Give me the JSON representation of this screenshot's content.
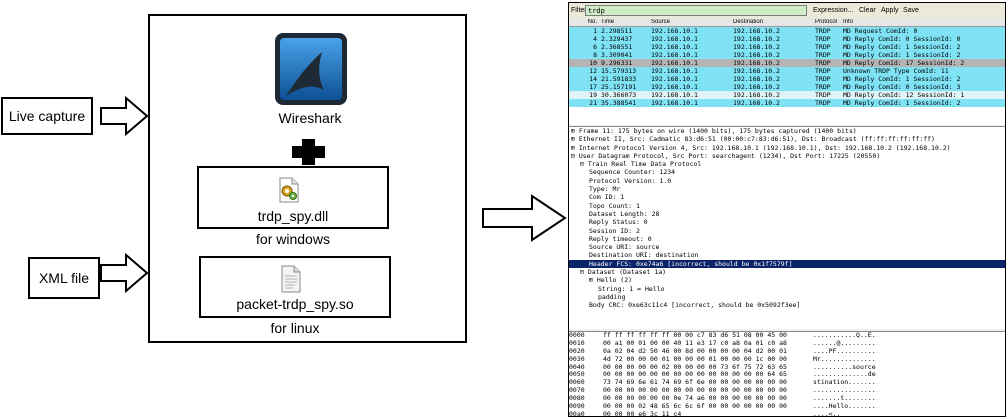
{
  "inputs": {
    "live_capture": "Live capture",
    "xml_file": "XML file"
  },
  "center": {
    "wireshark_label": "Wireshark",
    "plugin_windows_file": "trdp_spy.dll",
    "plugin_windows_caption": "for windows",
    "plugin_linux_file": "packet-trdp_spy.so",
    "plugin_linux_caption": "for linux"
  },
  "colors": {
    "row_cyan": "#7fe3f5",
    "row_light": "#e0f4f8",
    "row_gray": "#b4b4b4",
    "selected": "#0a246a",
    "filter_bg": "#cfeec8",
    "wireshark_blue": "#1a69b0"
  },
  "icons": [
    "wireshark-fin-icon",
    "plus-icon",
    "dll-gear-icon",
    "so-file-icon",
    "arrow-right-icon"
  ],
  "screenshot": {
    "filter_label": "Filter:",
    "filter_value": "trdp",
    "toolbar": [
      "Expression...",
      "Clear",
      "Apply",
      "Save"
    ],
    "columns": [
      "No.",
      "Time",
      "Source",
      "Destination",
      "Protocol",
      "Info"
    ],
    "packets": [
      {
        "no": "1",
        "time": "2.298511",
        "src": "192.168.10.1",
        "dst": "192.168.10.2",
        "proto": "TRDP",
        "info": "MD Request ComId: 0",
        "style": "cyan"
      },
      {
        "no": "4",
        "time": "2.329437",
        "src": "192.168.10.1",
        "dst": "192.168.10.2",
        "proto": "TRDP",
        "info": "MD Reply ComId: 0 SessionId: 0",
        "style": "cyan"
      },
      {
        "no": "6",
        "time": "2.368551",
        "src": "192.168.10.1",
        "dst": "192.168.10.2",
        "proto": "TRDP",
        "info": "MD Reply ComId: 1 SessionId: 2",
        "style": "cyan"
      },
      {
        "no": "8",
        "time": "3.309041",
        "src": "192.168.10.1",
        "dst": "192.168.10.2",
        "proto": "TRDP",
        "info": "MD Reply ComId: 1 SessionId: 2",
        "style": "cyan"
      },
      {
        "no": "10",
        "time": "9.296331",
        "src": "192.168.10.1",
        "dst": "192.168.10.2",
        "proto": "TRDP",
        "info": "MD Reply ComId: 17 SessionId: 2",
        "style": "gray"
      },
      {
        "no": "12",
        "time": "15.579313",
        "src": "192.168.10.1",
        "dst": "192.168.10.2",
        "proto": "TRDP",
        "info": "Unknown TRDP Type ComId: 11",
        "style": "cyan"
      },
      {
        "no": "14",
        "time": "21.591833",
        "src": "192.168.10.1",
        "dst": "192.168.10.2",
        "proto": "TRDP",
        "info": "MD Reply ComId: 1 SessionId: 2",
        "style": "cyan"
      },
      {
        "no": "17",
        "time": "25.157191",
        "src": "192.168.10.1",
        "dst": "192.168.10.2",
        "proto": "TRDP",
        "info": "MD Reply ComId: 0 SessionId: 3",
        "style": "cyan"
      },
      {
        "no": "19",
        "time": "30.366073",
        "src": "192.168.10.1",
        "dst": "192.168.10.2",
        "proto": "TRDP",
        "info": "MD Reply ComId: 12 SessionId: 1",
        "style": "light"
      },
      {
        "no": "21",
        "time": "35.388541",
        "src": "192.168.10.1",
        "dst": "192.168.10.2",
        "proto": "TRDP",
        "info": "MD Reply ComId: 1 SessionId: 2",
        "style": "cyan"
      }
    ],
    "details": [
      {
        "text": "⊞ Frame 11: 175 bytes on wire (1400 bits), 175 bytes captured (1400 bits)",
        "indent": 0,
        "sel": false
      },
      {
        "text": "⊞ Ethernet II, Src: Cadmatic 83:d6:51 (00:00:c7:83:d6:51), Dst: Broadcast (ff:ff:ff:ff:ff:ff)",
        "indent": 0,
        "sel": false
      },
      {
        "text": "⊞ Internet Protocol Version 4, Src: 192.168.10.1 (192.168.10.1), Dst: 192.168.10.2 (192.168.10.2)",
        "indent": 0,
        "sel": false
      },
      {
        "text": "⊟ User Datagram Protocol, Src Port: searchagent (1234), Dst Port: 17225 (20550)",
        "indent": 0,
        "sel": false
      },
      {
        "text": "⊟ Train Real Time Data Protocol",
        "indent": 1,
        "sel": false
      },
      {
        "text": "Sequence Counter: 1234",
        "indent": 2,
        "sel": false
      },
      {
        "text": "Protocol Version: 1.0",
        "indent": 2,
        "sel": false
      },
      {
        "text": "Type: Mr",
        "indent": 2,
        "sel": false
      },
      {
        "text": "Com ID: 1",
        "indent": 2,
        "sel": false
      },
      {
        "text": "Topo Count: 1",
        "indent": 2,
        "sel": false
      },
      {
        "text": "Dataset Length: 28",
        "indent": 2,
        "sel": false
      },
      {
        "text": "Reply Status: 0",
        "indent": 2,
        "sel": false
      },
      {
        "text": "Session ID: 2",
        "indent": 2,
        "sel": false
      },
      {
        "text": "Reply timeout: 0",
        "indent": 2,
        "sel": false
      },
      {
        "text": "Source URI: source",
        "indent": 2,
        "sel": false
      },
      {
        "text": "Destination URI: destination",
        "indent": 2,
        "sel": false
      },
      {
        "text": "Header FCS: 0xe74a6 [incorrect, should be 0x1f7579f]",
        "indent": 2,
        "sel": true
      },
      {
        "text": "⊟ Dataset (Dataset 1a)",
        "indent": 1,
        "sel": false
      },
      {
        "text": "⊞ Hello (2)",
        "indent": 2,
        "sel": false
      },
      {
        "text": "String: 1 = Hello",
        "indent": 3,
        "sel": false
      },
      {
        "text": "padding",
        "indent": 3,
        "sel": false
      },
      {
        "text": "Body CRC: 0xe63c11c4 [incorrect, should be 0x5092f3ee]",
        "indent": 2,
        "sel": false
      }
    ],
    "hex": [
      {
        "off": "0000",
        "bytes": "ff ff ff ff ff ff 00 00  c7 83 d6 51 08 00 45 00",
        "ascii": "...........Q..E."
      },
      {
        "off": "0010",
        "bytes": "00 a1 00 01 00 00 40 11  e3 17 c0 a8 0a 01 c0 a8",
        "ascii": "......@........."
      },
      {
        "off": "0020",
        "bytes": "0a 02 04 d2 50 46 00 8d  00 00 00 00 04 d2 00 01",
        "ascii": "....PF.........."
      },
      {
        "off": "0030",
        "bytes": "4d 72 00 00 00 01 00 00  00 01 00 00 00 1c 00 00",
        "ascii": "Mr.............."
      },
      {
        "off": "0040",
        "bytes": "00 00 00 00 00 02 00 00  00 00 73 6f 75 72 63 65",
        "ascii": "..........source"
      },
      {
        "off": "0050",
        "bytes": "00 00 00 00 00 00 00 00  00 00 00 00 00 00 64 65",
        "ascii": "..............de"
      },
      {
        "off": "0060",
        "bytes": "73 74 69 6e 61 74 69 6f  6e 00 00 00 00 00 00 00",
        "ascii": "stination......."
      },
      {
        "off": "0070",
        "bytes": "00 00 00 00 00 00 00 00  00 00 00 00 00 00 00 00",
        "ascii": "................"
      },
      {
        "off": "0080",
        "bytes": "00 00 00 00 00 00 0e 74  a6 00 00 00 00 00 00 00",
        "ascii": ".......t........"
      },
      {
        "off": "0090",
        "bytes": "00 00 00 02 48 65 6c 6c  6f 00 00 00 00 00 00 00",
        "ascii": "....Hello......."
      },
      {
        "off": "00a0",
        "bytes": "00 00 00 e6 3c 11 c4",
        "ascii": "....<.."
      }
    ]
  }
}
